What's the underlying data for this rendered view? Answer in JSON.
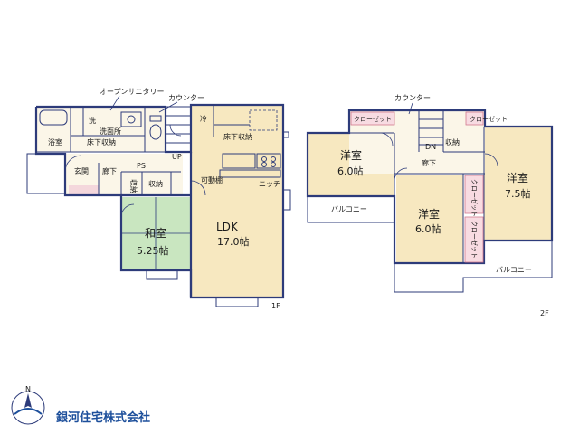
{
  "floor1": {
    "label": "1F",
    "rooms": {
      "ldk": "LDK",
      "ldk_size": "17.0帖",
      "washitsu": "和室",
      "washitsu_size": "5.25帖",
      "bath": "浴室",
      "senmenjo": "洗面所",
      "yukashita_1": "床下収納",
      "wash": "洗",
      "genkan": "玄関",
      "rouka": "廊下",
      "ps": "PS",
      "shuno1": "収納",
      "shuno2": "収納",
      "yukashita_2": "床下収納",
      "kadou": "可動棚",
      "niche": "ニッチ",
      "rei": "冷",
      "up": "UP"
    },
    "callouts": {
      "open_sanitary": "オープンサニタリー",
      "counter": "カウンター"
    }
  },
  "floor2": {
    "label": "2F",
    "rooms": {
      "yoshitsu_a": "洋室",
      "yoshitsu_a_size": "6.0帖",
      "yoshitsu_b": "洋室",
      "yoshitsu_b_size": "6.0帖",
      "yoshitsu_c": "洋室",
      "yoshitsu_c_size": "7.5帖",
      "closet_a": "クローゼット",
      "closet_b": "クローゼット",
      "closet_c": "クローゼット",
      "closet_d": "クローゼット",
      "rouka": "廊下",
      "shuno": "収納",
      "dn": "DN",
      "balcony_a": "バルコニー",
      "balcony_b": "バルコニー"
    },
    "callouts": {
      "counter": "カウンター"
    }
  },
  "compass": {
    "north": "N"
  },
  "company": {
    "name": "銀河住宅株式会社"
  },
  "colors": {
    "wall": "#2d3b7a",
    "ldk_floor": "#f7e8c0",
    "washitsu_floor": "#c9e6c0",
    "pink_closet": "#f8dbe2",
    "brand": "#1d4f9b"
  }
}
